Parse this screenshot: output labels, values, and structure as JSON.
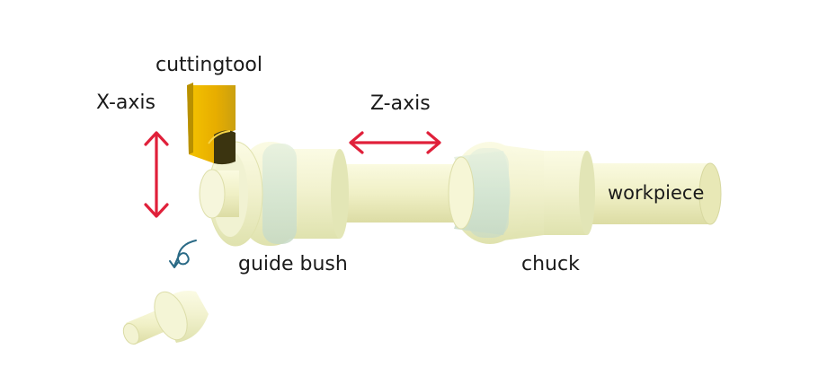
{
  "labels": {
    "cutting_tool": "cuttingtool",
    "x_axis": "X-axis",
    "z_axis": "Z-axis",
    "guide_bush": "guide bush",
    "chuck": "chuck",
    "workpiece": "workpiece"
  },
  "colors": {
    "arrow": "#e0203a",
    "tool_gold": "#e8b400",
    "tool_dark": "#3a3010",
    "cream": "#eef1c4",
    "mint": "#d4e6d2",
    "outline": "#d9dba8",
    "rotate_arrow": "#2a6a86"
  },
  "icons": {
    "x_axis_arrow": "double-arrow-vertical",
    "z_axis_arrow": "double-arrow-horizontal",
    "rotation": "curved-arrow"
  }
}
